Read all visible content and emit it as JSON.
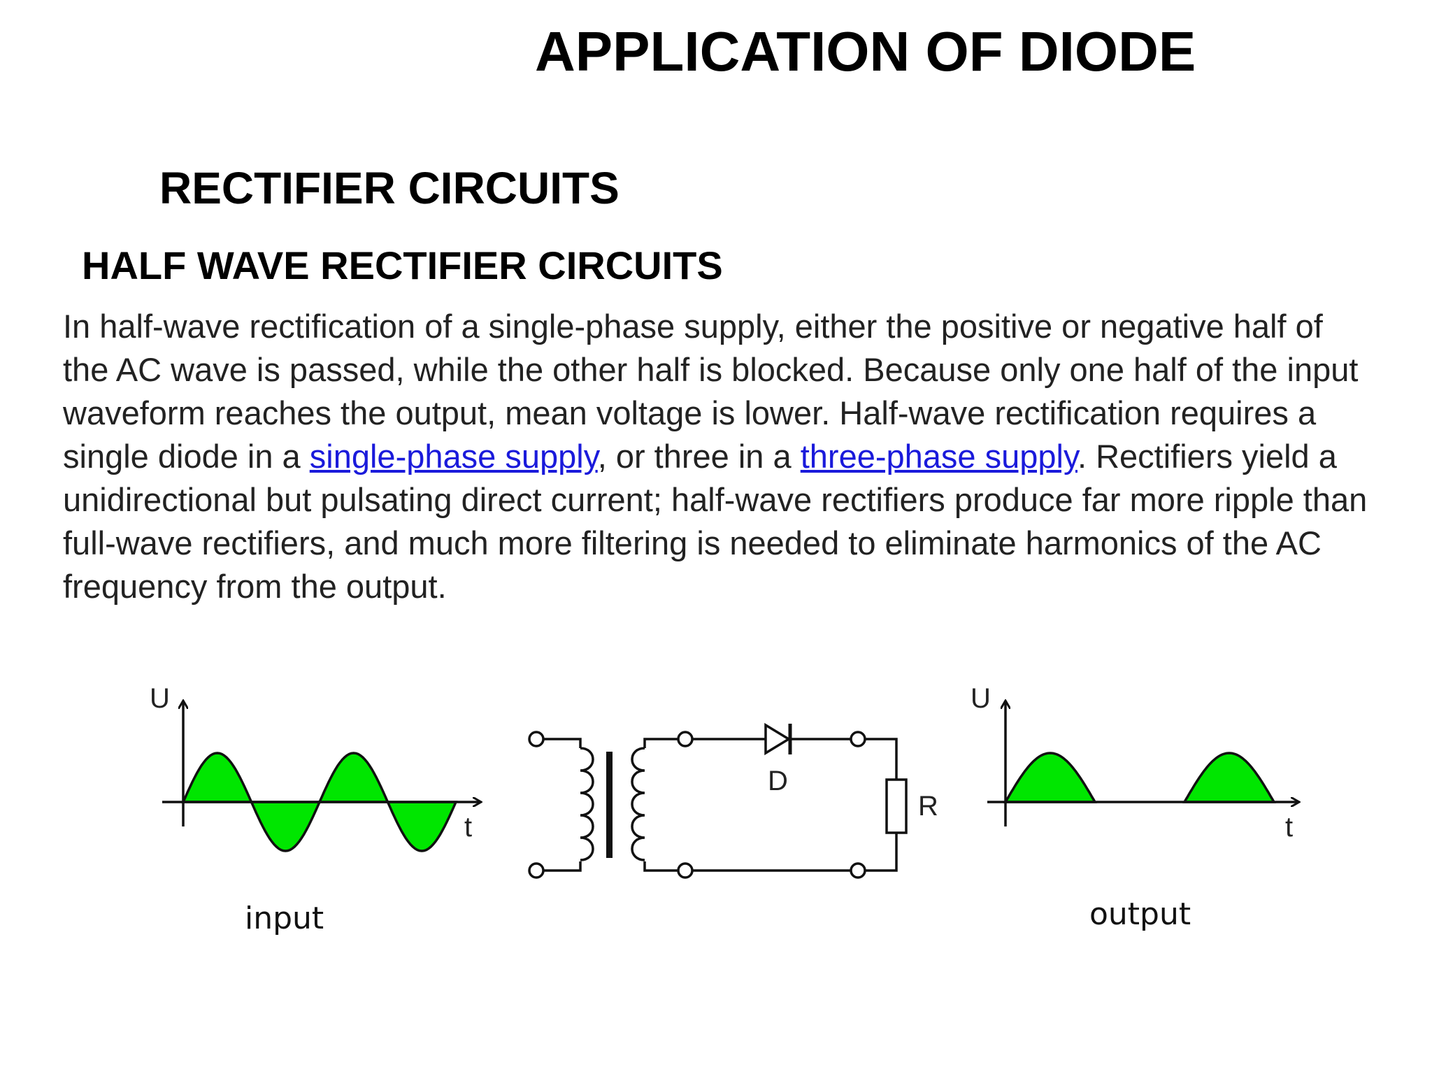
{
  "slide": {
    "title": "APPLICATION OF DIODE",
    "section": "RECTIFIER CIRCUITS",
    "subsection": "HALF WAVE RECTIFIER CIRCUITS",
    "paragraph": {
      "part1": "In half-wave rectification of a single-phase supply, either the positive or negative half of the AC wave is passed, while the other half is blocked. Because only one half of the input waveform reaches the output, mean voltage is lower. Half-wave rectification requires a single diode in a ",
      "link1": "single-phase supply",
      "part2": ", or three in a ",
      "link2": "three-phase supply",
      "part3": ". Rectifiers yield a unidirectional but pulsating direct current; half-wave rectifiers produce far more ripple than full-wave rectifiers, and much more filtering is needed to eliminate harmonics of the AC frequency from the output."
    }
  },
  "figure": {
    "input_graph": {
      "y_axis": "U",
      "x_axis": "t"
    },
    "output_graph": {
      "y_axis": "U",
      "x_axis": "t"
    },
    "circuit": {
      "diode_label": "D",
      "resistor_label": "R"
    },
    "captions": {
      "input": "input",
      "output": "output"
    },
    "colors": {
      "wave_fill": "#00e600",
      "line": "#111111"
    }
  }
}
